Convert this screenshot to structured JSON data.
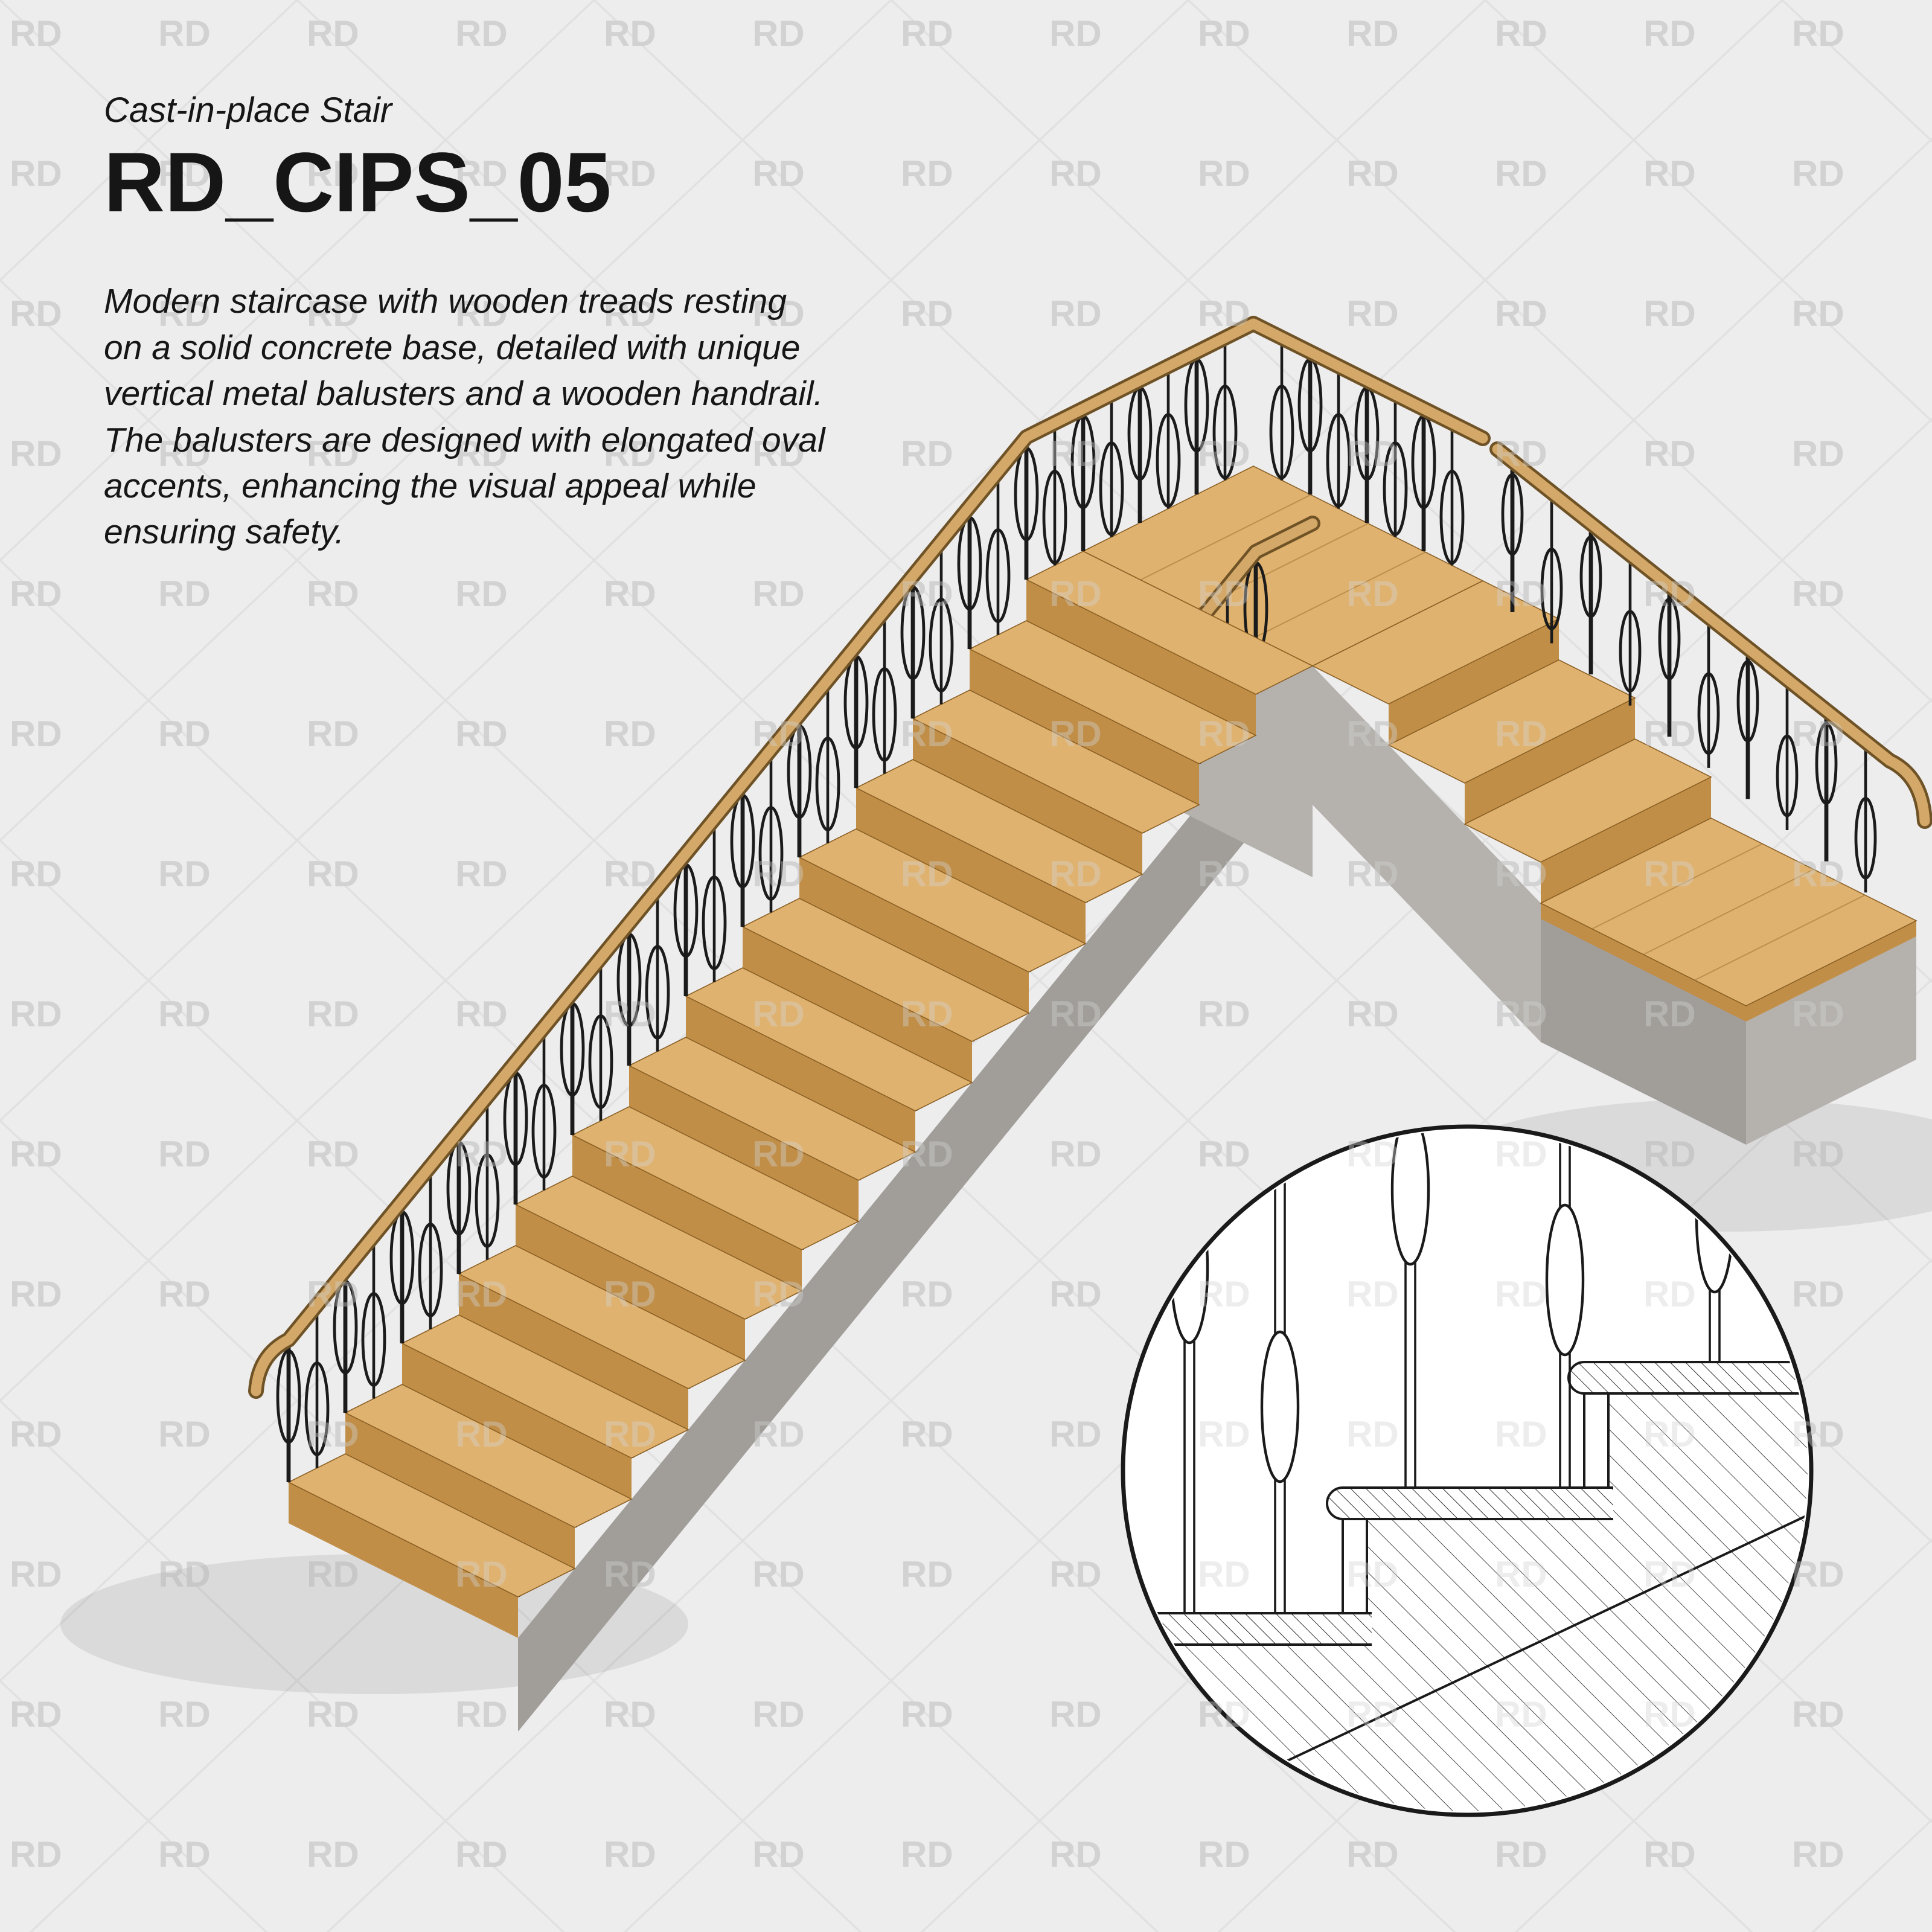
{
  "canvas": {
    "background": "#ededee"
  },
  "watermark": {
    "text": "RD",
    "color": "#d2d2d2"
  },
  "header": {
    "category": "Cast-in-place Stair",
    "title": "RD_CIPS_05",
    "description": "Modern staircase with wooden treads resting\non a solid concrete base, detailed with unique\nvertical metal balusters and a wooden handrail.\nThe balusters are designed with elongated oval\naccents, enhancing the visual appeal while\nensuring safety."
  },
  "illustration": {
    "type": "isometric-staircase-render",
    "steps_main": 14,
    "steps_connector": 3,
    "colors": {
      "tread_top": "#e0b26f",
      "tread_face": "#c08e47",
      "tread_side": "#b4843f",
      "wood_line": "#8a5f24",
      "wood_grain": "#a5793a",
      "handrail": "#d3a868",
      "handrail_edge": "#6f5327",
      "metal": "#1b1b1b",
      "concrete_light": "#b5b2ae",
      "concrete_mid": "#a19e9a",
      "concrete_dark": "#8d8a86",
      "shadow": "rgba(0,0,0,0.08)"
    }
  },
  "detail_callout": {
    "content": "stair-section-detail",
    "background": "#ffffff",
    "line_color": "#1a1a1a"
  }
}
